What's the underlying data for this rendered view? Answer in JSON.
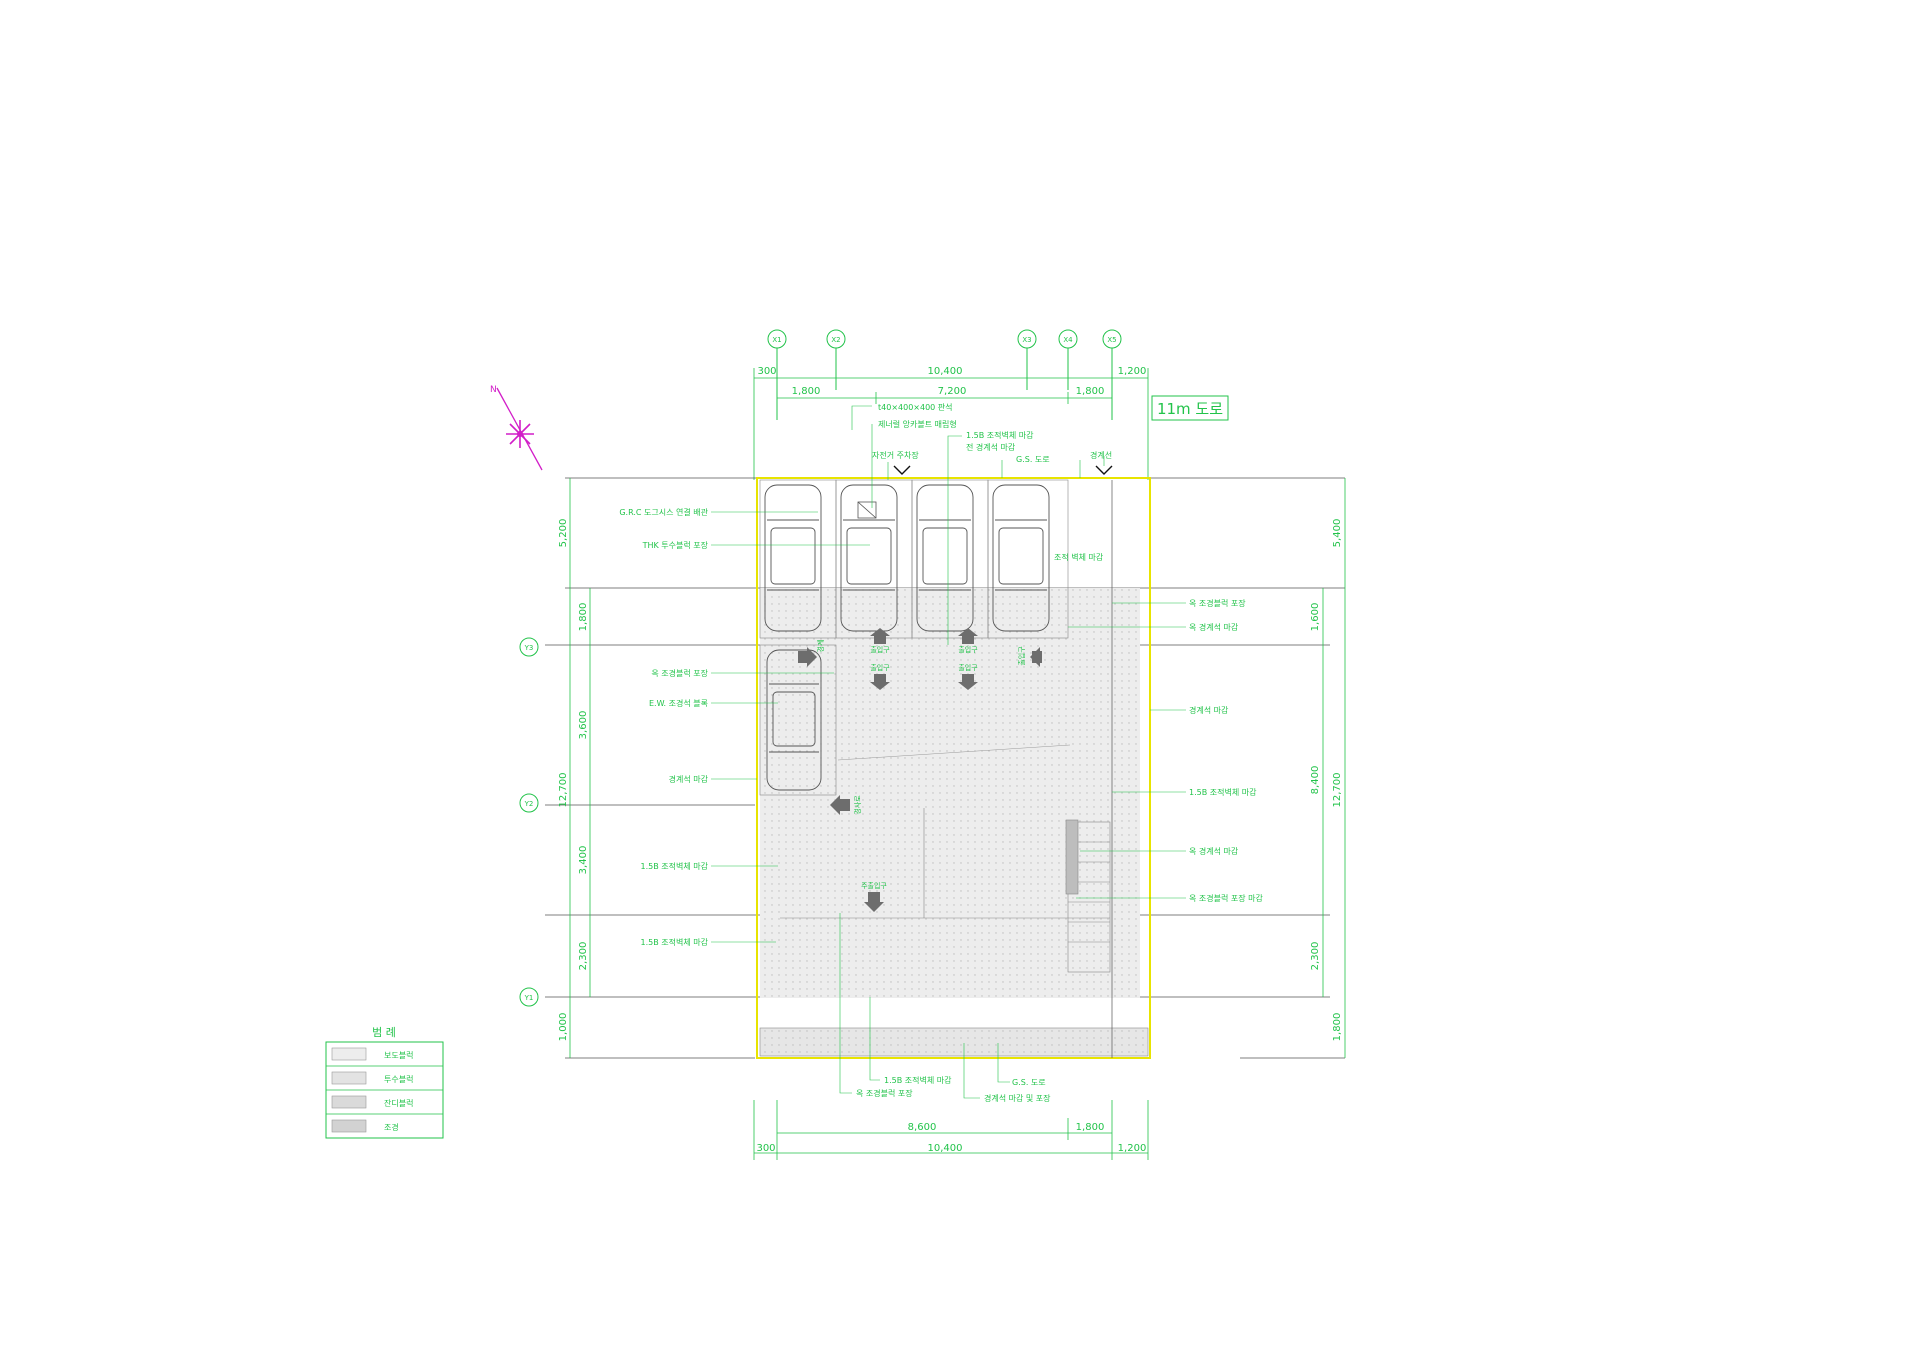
{
  "road_label": "11m 도로",
  "north_label": "N",
  "axes_top": [
    "X1",
    "X2",
    "X3",
    "X4",
    "X5"
  ],
  "axes_left": [
    "Y3",
    "Y2",
    "Y1"
  ],
  "dims_top_row1": [
    "300",
    "10,400",
    "1,200"
  ],
  "dims_top_row2": [
    "1,800",
    "7,200",
    "1,800"
  ],
  "dims_bottom_row1": [
    "8,600",
    "1,800"
  ],
  "dims_bottom_row2": [
    "300",
    "10,400",
    "1,200"
  ],
  "dims_left_outer": [
    "5,200",
    "12,700",
    "1,000"
  ],
  "dims_left_inner": [
    "1,800",
    "3,600",
    "3,400",
    "2,300"
  ],
  "dims_right_outer": [
    "5,400",
    "12,700",
    "1,800"
  ],
  "dims_right_inner": [
    "1,600",
    "8,400",
    "2,300"
  ],
  "notes": {
    "top1": "t40×400×400 판석",
    "top2": "제너럴 앙카볼트 매립형",
    "top3": "1.5B 조적벽체 마감",
    "top4": "전 경계석 마감",
    "top5": "조적 벽체 마감",
    "top6": "G.S. 도로",
    "top7": "자전거 주차장",
    "top8": "경계선",
    "left1": "G.R.C 도그시스 연결 배관",
    "left2": "THK 투수블럭 포장",
    "left3": "옥 조경블럭 포장",
    "left4": "E.W. 조경석 블록",
    "left5": "경계석 마감",
    "left6": "1.5B 조적벽체 마감",
    "left7": "1.5B 조적벽체 마감",
    "right1": "옥 조경블럭 포장",
    "right2": "옥 경계석 마감",
    "right3": "경계석 마감",
    "right4": "1.5B 조적벽체 마감",
    "right5": "옥 경계석 마감",
    "right6": "옥 조경블럭 포장 마감",
    "bottom1": "1.5B 조적벽체 마감",
    "bottom2": "옥 조경블럭 포장",
    "bottom3": "G.S. 도로",
    "bottom4": "경계석 마감 및 포장"
  },
  "site_notes": {
    "entry1": "출입구",
    "entry2": "출입구",
    "entry3": "출입구",
    "entry4": "출입구",
    "entry5": "출입구",
    "entry6": "주출입구",
    "ramp": "경사로",
    "edge": "경계"
  },
  "legend": {
    "title": "범 례",
    "items": [
      "보도블럭",
      "투수블럭",
      "잔디블럭",
      "조경"
    ]
  },
  "colors": {
    "dimension_green": "#22c34a",
    "site_boundary_yellow": "#e8e400",
    "north_arrow_magenta": "#d21ec8",
    "pavement_gray": "#ededed",
    "arrow_gray": "#6d6d6d"
  }
}
